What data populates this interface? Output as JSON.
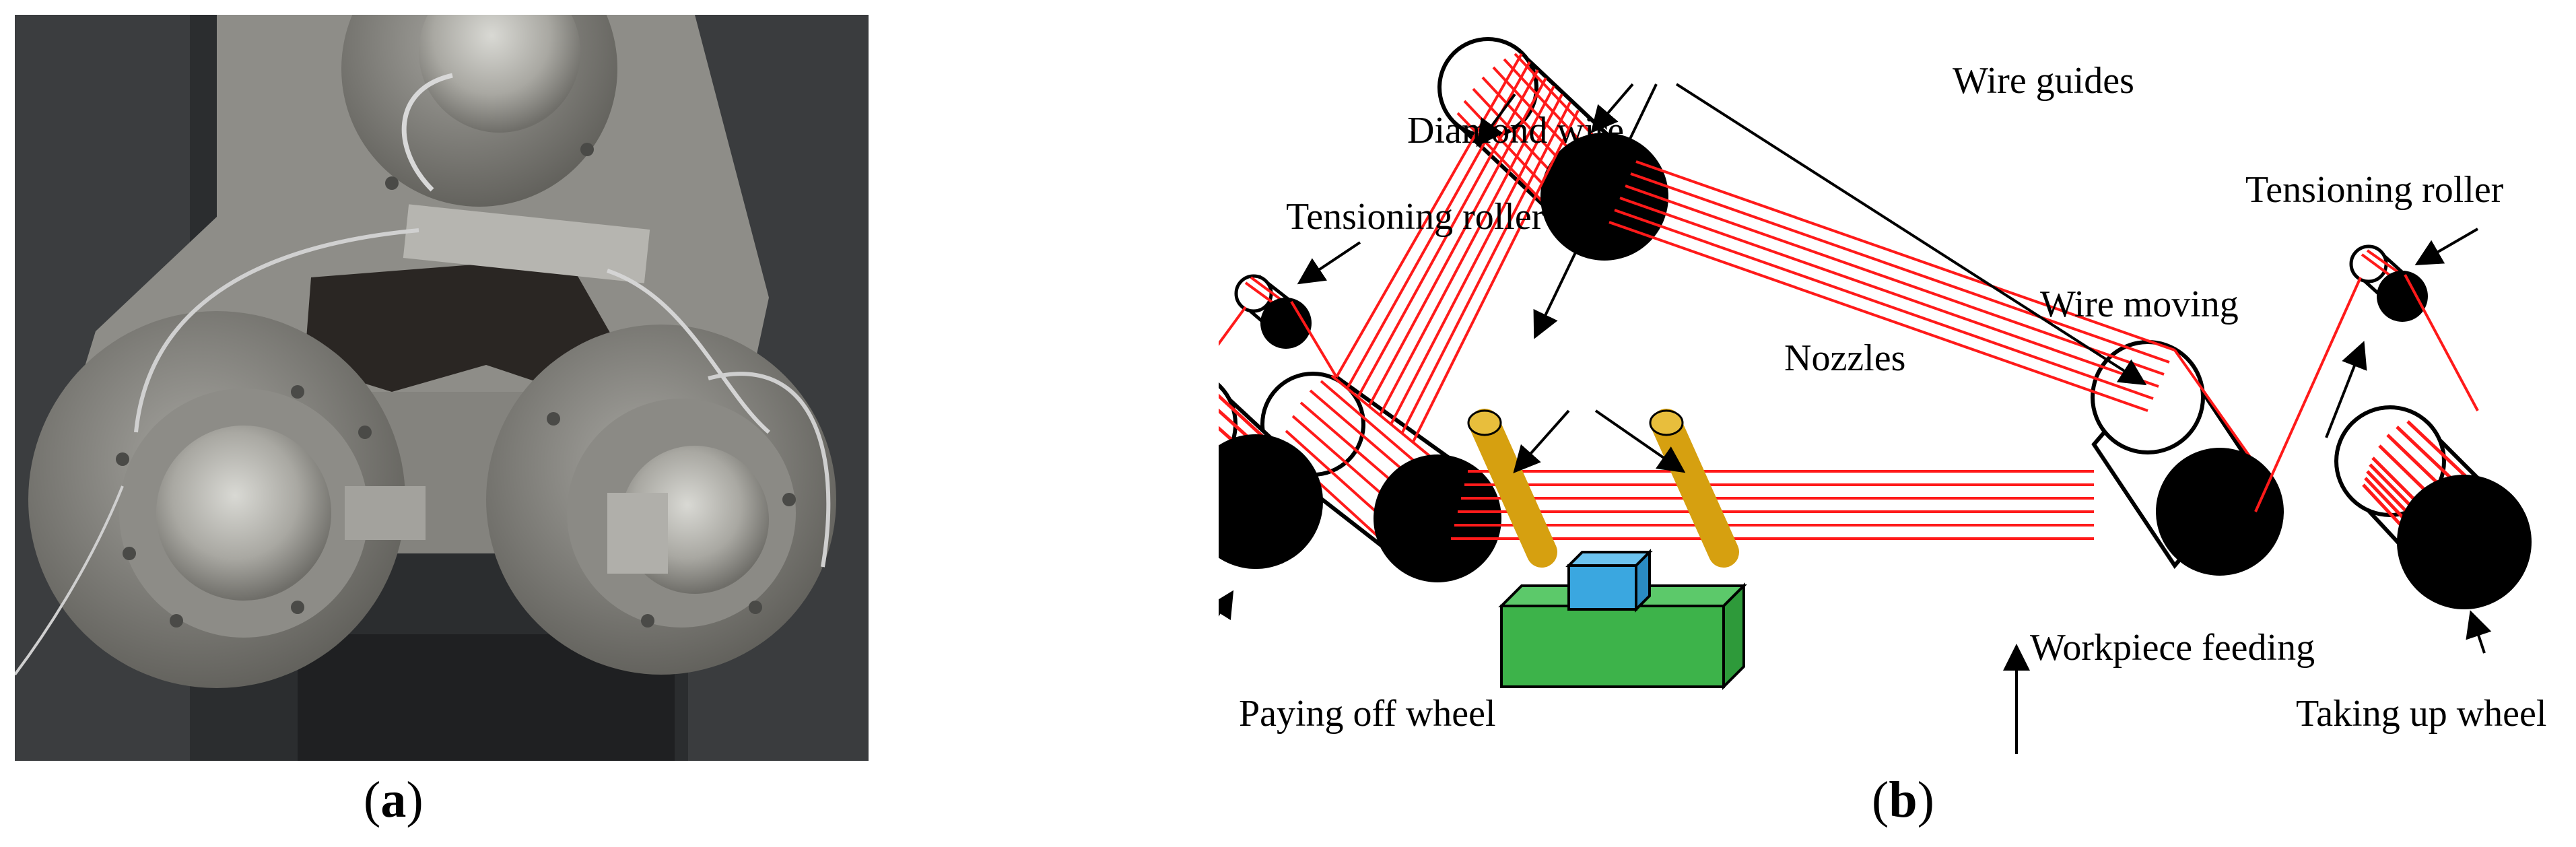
{
  "panel_a": {
    "caption_letter": "a"
  },
  "panel_b": {
    "caption_letter": "b",
    "labels": {
      "diamond_wire": "Diamond wire",
      "wire_guides": "Wire guides",
      "tensioning_roller_left": "Tensioning roller",
      "tensioning_roller_right": "Tensioning roller",
      "wire_moving": "Wire moving",
      "nozzles": "Nozzles",
      "paying_off_wheel": "Paying off wheel",
      "workpiece_feeding": "Workpiece feeding",
      "taking_up_wheel": "Taking up wheel"
    }
  },
  "colors": {
    "wire": "#ff1a1a",
    "nozzle": "#d6a010",
    "workpiece_top": "#3aa7e0",
    "workpiece_base": "#3db34a",
    "roller_face": "#000000"
  }
}
